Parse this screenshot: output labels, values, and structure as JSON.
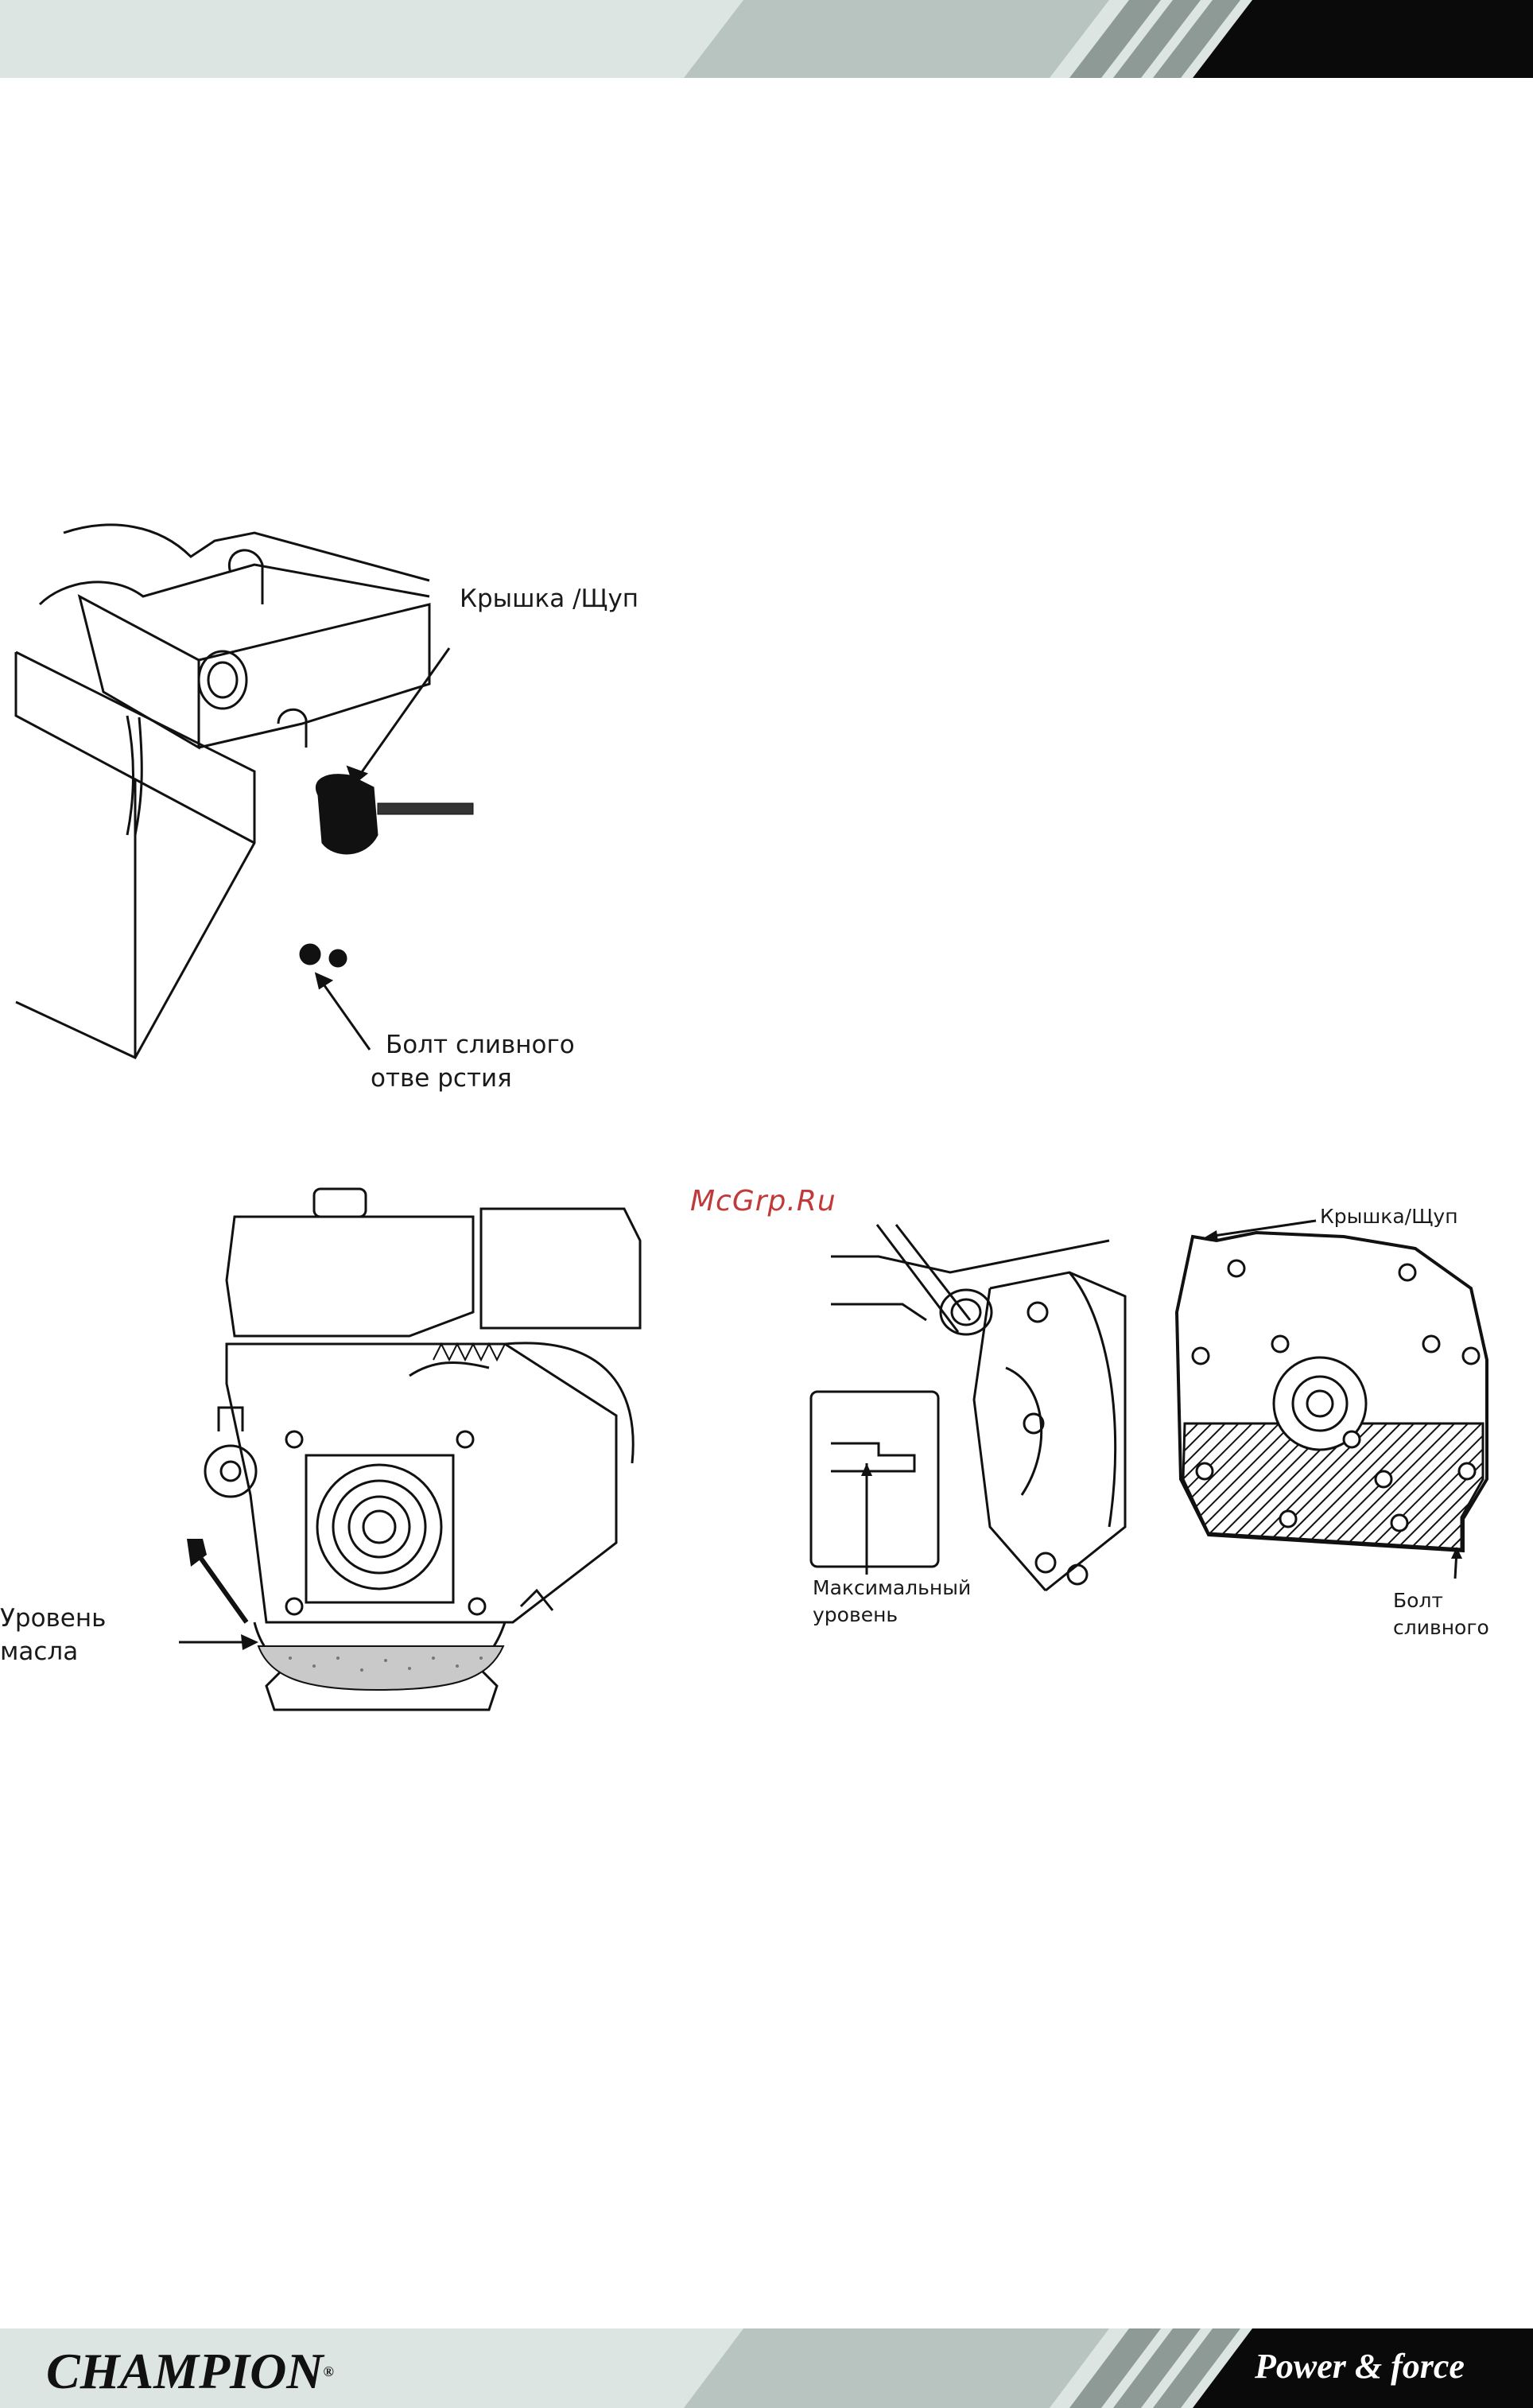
{
  "figure1": {
    "label_cap": "Крышка /Щуп",
    "label_drain_line1": "Болт   сливного",
    "label_drain_line2": "отве рстия"
  },
  "figure2": {
    "label_level_line1": "Уровень",
    "label_level_line2": "масла"
  },
  "figure3": {
    "label_max_line1": "Максимальный",
    "label_max_line2": "уровень"
  },
  "figure4": {
    "label_cap": "Крышка/Щуп",
    "label_drain_line1": "Болт",
    "label_drain_line2": "сливного"
  },
  "watermark": "McGrp.Ru",
  "footer": {
    "brand": "CHAMPION",
    "registered": "®",
    "slogan": "Power & force"
  },
  "colors": {
    "band_light": "#dde5e2",
    "band_mid": "#b8c4bf",
    "band_dark": "#8e9a96",
    "band_black": "#0a0a0a",
    "watermark": "#c03a3a"
  }
}
